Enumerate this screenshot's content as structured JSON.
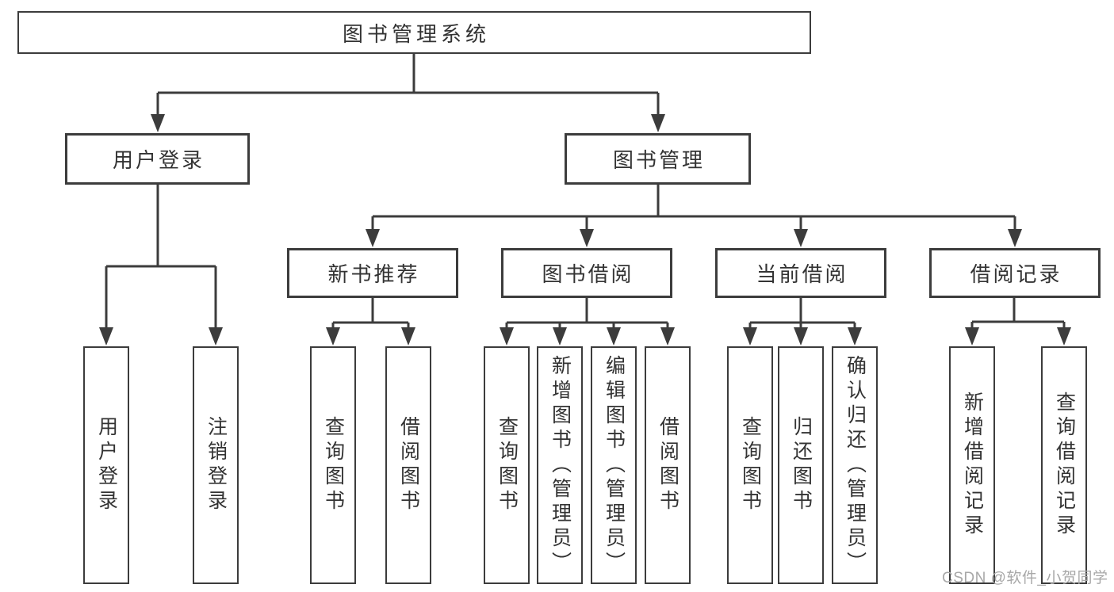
{
  "diagram": {
    "type": "hierarchy-tree",
    "tree": {
      "root": "图书管理系统",
      "user_login": {
        "label": "用户登录",
        "children": [
          "用户登录",
          "注销登录"
        ]
      },
      "book_mgmt": {
        "label": "图书管理"
      },
      "new_books": {
        "label": "新书推荐",
        "children": [
          "查询图书",
          "借阅图书"
        ]
      },
      "borrowing": {
        "label": "图书借阅",
        "children": [
          "查询图书",
          "新增图书（管理员）",
          "编辑图书（管理员）",
          "借阅图书"
        ]
      },
      "current": {
        "label": "当前借阅",
        "children": [
          "查询图书",
          "归还图书",
          "确认归还（管理员）"
        ]
      },
      "records": {
        "label": "借阅记录",
        "children": [
          "新增借阅记录",
          "查询借阅记录"
        ]
      }
    },
    "colors": {
      "line": "#3c3c3c",
      "box_border": "#3c3c3c",
      "text": "#333333",
      "background": "#ffffff",
      "watermark_text_color": "#a8a8a8"
    }
  },
  "watermark": "CSDN @软件_小贺同学"
}
